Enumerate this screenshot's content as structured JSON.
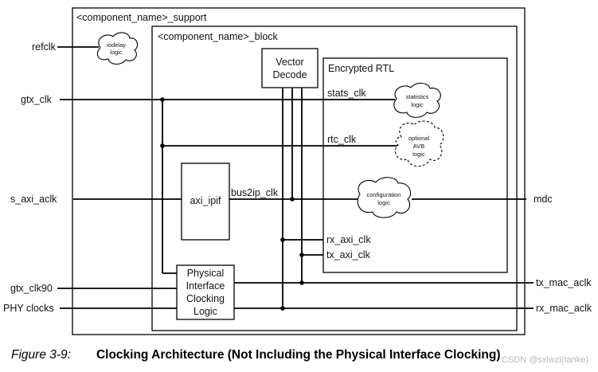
{
  "outer_box": {
    "title": "<component_name>_support"
  },
  "inner_box": {
    "title": "<component_name>_block"
  },
  "encrypted_box": {
    "title": "Encrypted RTL"
  },
  "vector_decode": {
    "line1": "Vector",
    "line2": "Decode"
  },
  "axi_ipif": {
    "label": "axi_ipif"
  },
  "physical": {
    "line1": "Physical",
    "line2": "Interface",
    "line3": "Clocking",
    "line4": "Logic"
  },
  "clouds": {
    "iodelay": {
      "line1": "iodelay",
      "line2": "logic"
    },
    "statistics": {
      "line1": "statistics",
      "line2": "logic"
    },
    "avb": {
      "line1": "optional",
      "line2": "AVB",
      "line3": "logic"
    },
    "configuration": {
      "line1": "configuration",
      "line2": "logic"
    }
  },
  "inputs": {
    "refclk": "refclk",
    "gtx_clk": "gtx_clk",
    "s_axi_aclk": "s_axi_aclk",
    "gtx_clk90": "gtx_clk90",
    "phy_clocks": "PHY clocks"
  },
  "outputs": {
    "mdc": "mdc",
    "tx_mac_aclk": "tx_mac_aclk",
    "rx_mac_aclk": "rx_mac_aclk"
  },
  "internal_signals": {
    "stats_clk": "stats_clk",
    "rtc_clk": "rtc_clk",
    "bus2ip_clk": "bus2ip_clk",
    "rx_axi_clk": "rx_axi_clk",
    "tx_axi_clk": "tx_axi_clk"
  },
  "caption": {
    "figure": "Figure 3-9:",
    "title": "Clocking Architecture (Not Including the Physical Interface Clocking)"
  },
  "watermark": "CSDN @sxlwzl(tanke)"
}
